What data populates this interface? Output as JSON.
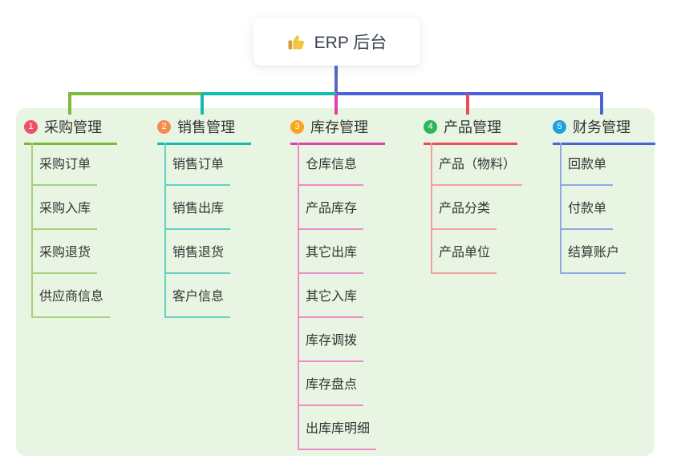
{
  "root": {
    "title": "ERP 后台",
    "icon": "thumbs-up-icon"
  },
  "colors": {
    "page_background": "#ffffff",
    "panel_background": "#e9f5e3",
    "root_stem": "#5b68c4",
    "text": "#333333",
    "root_text": "#3b4454"
  },
  "branches": [
    {
      "num": "1",
      "label": "采购管理",
      "color": "#7db93d",
      "light": "#a5d17d",
      "badge": "#ef5168",
      "children": [
        "采购订单",
        "采购入库",
        "采购退货",
        "供应商信息"
      ]
    },
    {
      "num": "2",
      "label": "销售管理",
      "color": "#10bcb0",
      "light": "#63d0c5",
      "badge": "#f78c4a",
      "children": [
        "销售订单",
        "销售出库",
        "销售退货",
        "客户信息"
      ]
    },
    {
      "num": "3",
      "label": "库存管理",
      "color": "#de41a8",
      "light": "#ef8bca",
      "badge": "#f9a41f",
      "children": [
        "仓库信息",
        "产品库存",
        "其它出库",
        "其它入库",
        "库存调拨",
        "库存盘点",
        "出库库明细"
      ]
    },
    {
      "num": "4",
      "label": "产品管理",
      "color": "#ee4a5b",
      "light": "#f79e9e",
      "badge": "#2fb457",
      "children": [
        "产品（物料）",
        "产品分类",
        "产品单位"
      ]
    },
    {
      "num": "5",
      "label": "财务管理",
      "color": "#4a62d8",
      "light": "#91a7e2",
      "badge": "#18a2e0",
      "children": [
        "回款单",
        "付款单",
        "结算账户"
      ]
    }
  ]
}
